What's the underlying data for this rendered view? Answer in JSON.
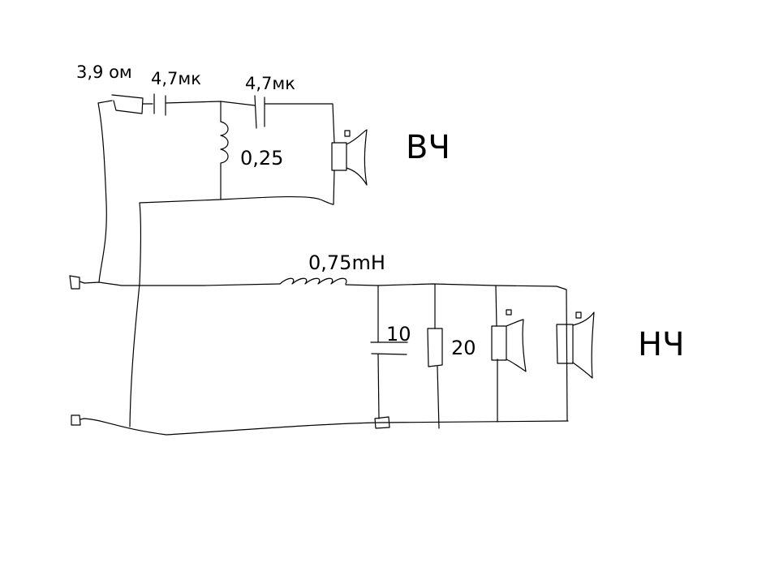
{
  "labels": {
    "r_series": "3,9 ом",
    "c_series_1": "4,7мк",
    "c_series_2": "4,7мк",
    "l_parallel": "0,25",
    "tweeter_group": "ВЧ",
    "l_series": "0,75mH",
    "c_shunt": "10",
    "r_shunt": "20",
    "woofer_group": "НЧ"
  },
  "colors": {
    "ink": "#000000",
    "paper": "#ffffff"
  }
}
